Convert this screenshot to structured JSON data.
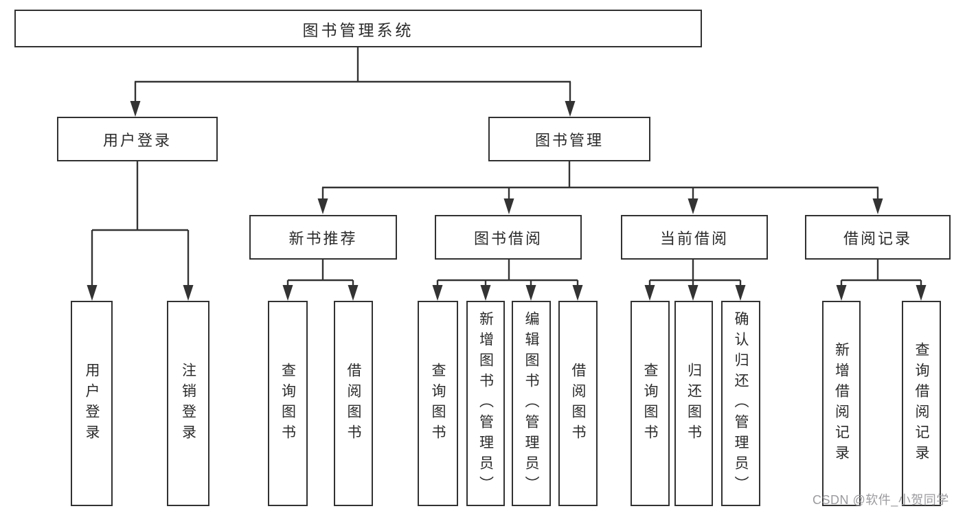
{
  "tree": {
    "label": "图书管理系统",
    "children": [
      {
        "label": "用户登录",
        "children": [
          {
            "label": "用户登录"
          },
          {
            "label": "注销登录"
          }
        ]
      },
      {
        "label": "图书管理",
        "children": [
          {
            "label": "新书推荐",
            "children": [
              {
                "label": "查询图书"
              },
              {
                "label": "借阅图书"
              }
            ]
          },
          {
            "label": "图书借阅",
            "children": [
              {
                "label": "查询图书"
              },
              {
                "label": "新增图书（管理员）"
              },
              {
                "label": "编辑图书（管理员）"
              },
              {
                "label": "借阅图书"
              }
            ]
          },
          {
            "label": "当前借阅",
            "children": [
              {
                "label": "查询图书"
              },
              {
                "label": "归还图书"
              },
              {
                "label": "确认归还（管理员）"
              }
            ]
          },
          {
            "label": "借阅记录",
            "children": [
              {
                "label": "新增借阅记录"
              },
              {
                "label": "查询借阅记录"
              }
            ]
          }
        ]
      }
    ]
  },
  "watermark": {
    "text": "CSDN @软件_小贺同学"
  },
  "colors": {
    "line": "#333333",
    "text": "#2b2b2b",
    "background": "#ffffff",
    "watermark": "#9b9b9f"
  }
}
